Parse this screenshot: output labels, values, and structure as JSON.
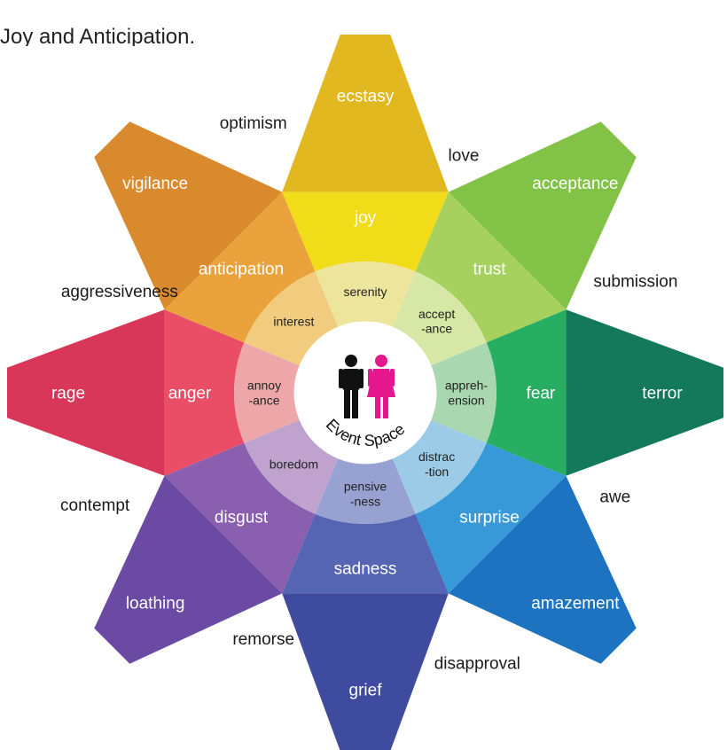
{
  "caption": "Joy and Anticipation.",
  "center_label": "Event Space",
  "petals": [
    {
      "outer": "ecstasy",
      "middle": "joy",
      "inner": "serenity",
      "colors": [
        "#e2b820",
        "#f0dc18",
        "#eee59c"
      ]
    },
    {
      "outer": "acceptance",
      "middle": "trust",
      "inner": "accept\n-ance",
      "colors": [
        "#82c246",
        "#a6d15e",
        "#d7e8a6"
      ]
    },
    {
      "outer": "terror",
      "middle": "fear",
      "inner": "appreh-\nension",
      "colors": [
        "#13795a",
        "#27ae63",
        "#a8d7b0"
      ]
    },
    {
      "outer": "amazement",
      "middle": "surprise",
      "inner": "distrac\n-tion",
      "colors": [
        "#1e73c0",
        "#3799d7",
        "#9ccbe8"
      ]
    },
    {
      "outer": "grief",
      "middle": "sadness",
      "inner": "pensive\n-ness",
      "colors": [
        "#3f4b9e",
        "#5565b4",
        "#98a2d2"
      ]
    },
    {
      "outer": "loathing",
      "middle": "disgust",
      "inner": "boredom",
      "colors": [
        "#6a4aa3",
        "#8a5fb0",
        "#c0a2cf"
      ]
    },
    {
      "outer": "rage",
      "middle": "anger",
      "inner": "annoy\n-ance",
      "colors": [
        "#d9375a",
        "#ea4e66",
        "#eea7a8"
      ]
    },
    {
      "outer": "vigilance",
      "middle": "anticipation",
      "inner": "interest",
      "colors": [
        "#d98a2c",
        "#eaa23c",
        "#f2cc7e"
      ]
    }
  ],
  "dyads": [
    "love",
    "submission",
    "awe",
    "disapproval",
    "remorse",
    "contempt",
    "aggressiveness",
    "optimism"
  ],
  "figure_colors": {
    "man": "#111111",
    "woman": "#e4178c"
  }
}
